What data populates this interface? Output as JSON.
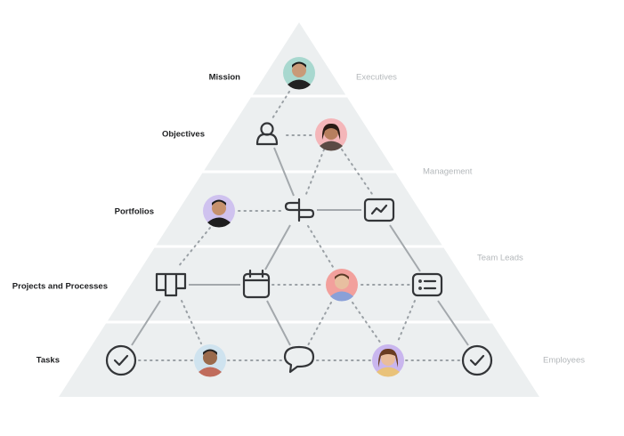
{
  "levels": [
    {
      "label": "Mission"
    },
    {
      "label": "Objectives"
    },
    {
      "label": "Portfolios"
    },
    {
      "label": "Projects and Processes"
    },
    {
      "label": "Tasks"
    }
  ],
  "roles": [
    "Executives",
    "Management",
    "Team Leads",
    "Employees"
  ],
  "colors": {
    "pyramid": "#eceff0",
    "line": "#a3a8ac",
    "icon": "#333538",
    "avatar_bgs": [
      "#a8d8cf",
      "#f4b6b9",
      "#cfc2ef",
      "#f2a09c",
      "#cfe3ef",
      "#c9b6ee"
    ]
  }
}
